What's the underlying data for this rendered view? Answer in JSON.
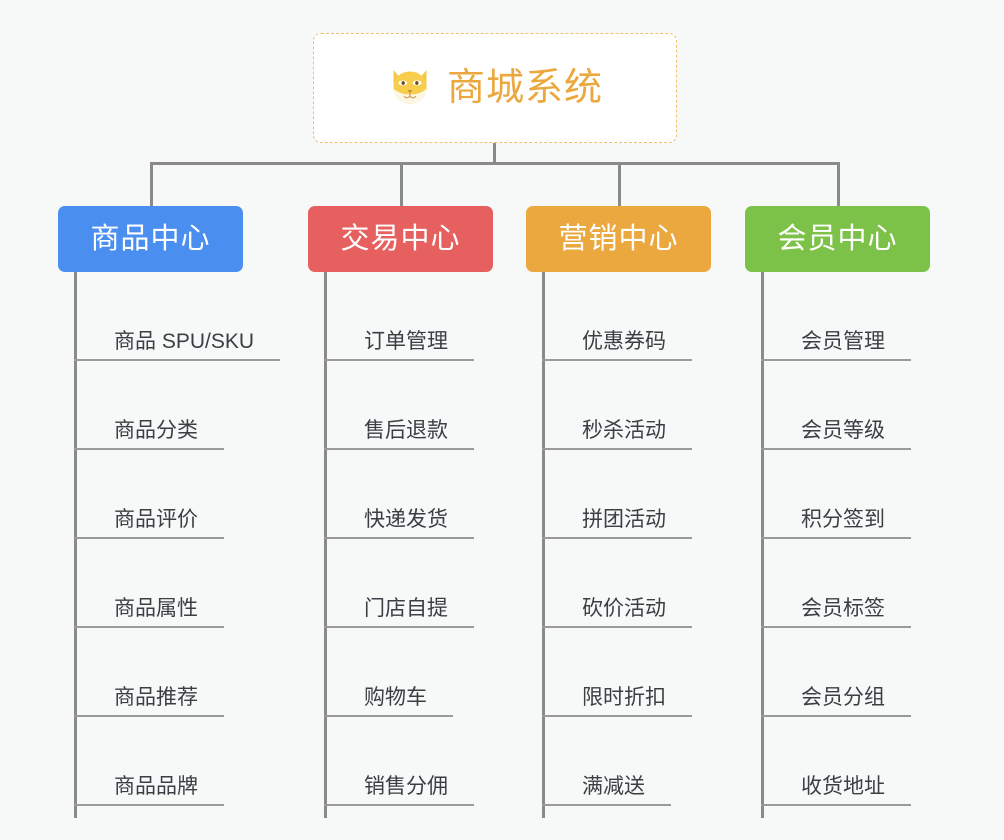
{
  "background_color": "#f7f8f8",
  "root": {
    "title": "商城系统",
    "icon": "shiba-dog-face-icon",
    "text_color": "#eaa83e",
    "border_color": "#f0c070",
    "background_color": "#ffffff"
  },
  "connector_color": "#8a8a8a",
  "columns": [
    {
      "label": "商品中心",
      "color": "#4a8ef0",
      "items": [
        "商品 SPU/SKU",
        "商品分类",
        "商品评价",
        "商品属性",
        "商品推荐",
        "商品品牌"
      ]
    },
    {
      "label": "交易中心",
      "color": "#e5605e",
      "items": [
        "订单管理",
        "售后退款",
        "快递发货",
        "门店自提",
        "购物车",
        "销售分佣"
      ]
    },
    {
      "label": "营销中心",
      "color": "#eaa83e",
      "items": [
        "优惠券码",
        "秒杀活动",
        "拼团活动",
        "砍价活动",
        "限时折扣",
        "满减送"
      ]
    },
    {
      "label": "会员中心",
      "color": "#7dc248",
      "items": [
        "会员管理",
        "会员等级",
        "积分签到",
        "会员标签",
        "会员分组",
        "收货地址"
      ]
    }
  ]
}
